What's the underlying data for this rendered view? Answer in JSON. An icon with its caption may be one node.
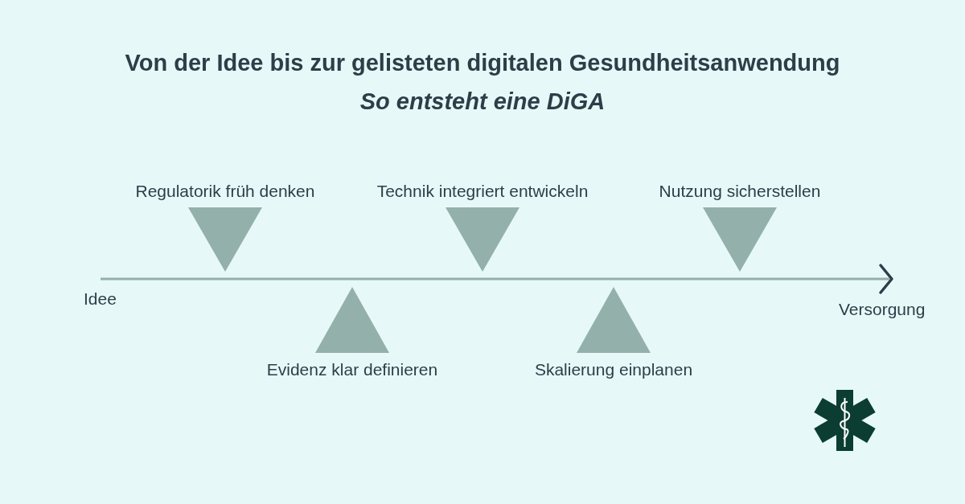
{
  "diagram": {
    "title": "Von der Idee bis zur gelisteten digitalen Gesundheitsanwendung",
    "nodes": [
      {
        "text": [
          "Regulatorik früh denken"
        ]
      },
      {
        "text": [
          "Evidenz klar definieren"
        ]
      },
      {
        "text": [
          "Technik integriert entwickeln"
        ]
      },
      {
        "text": [
          "Skalierung einplanen"
        ]
      },
      {
        "text": [
          "Nutzung sicherstellen"
        ]
      }
    ],
    "labels": [
      "So entsteht eine DiGA",
      "Idee",
      "Versorgung"
    ]
  }
}
